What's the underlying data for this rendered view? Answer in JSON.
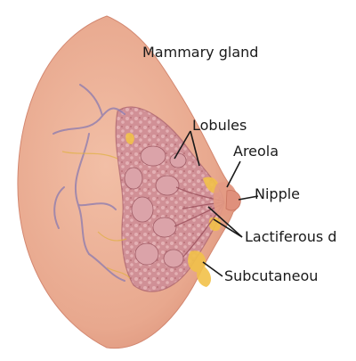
{
  "diagram": {
    "title": "Mammary gland",
    "labels": {
      "lobules": "Lobules",
      "areola": "Areola",
      "nipple": "Nipple",
      "lactiferous": "Lactiferous d",
      "subcutaneous": "Subcutaneou"
    }
  },
  "colors": {
    "skin": "#e8a88e",
    "skin_edge": "#d98c74",
    "tissue": "#c97e86",
    "lobule": "#d69aa0",
    "fat": "#f2c14a",
    "vein": "#8a7ab0",
    "nipple": "#e09a88",
    "line": "#1a1a1a"
  }
}
